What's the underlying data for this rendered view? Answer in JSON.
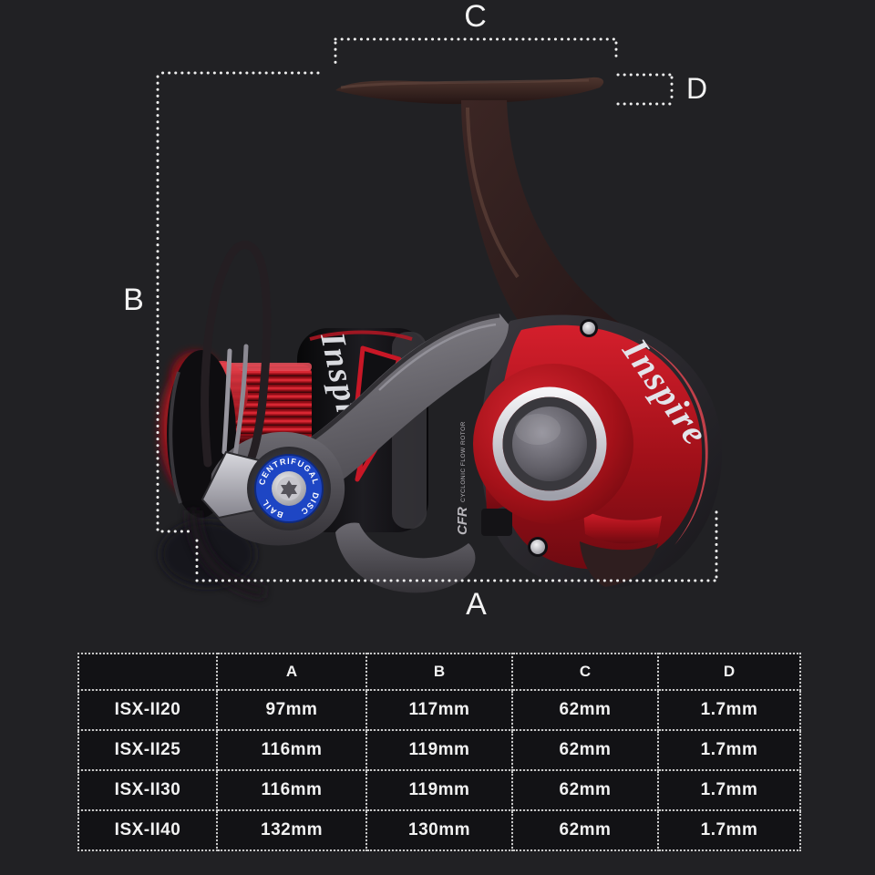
{
  "dimensions": {
    "a": "A",
    "b": "B",
    "c": "C",
    "d": "D"
  },
  "reel": {
    "body_brand": "Inspire",
    "spool_brand": "Inspir",
    "bail_ring": {
      "top": "CENTRIFUGAL",
      "right": "DISC",
      "bottom": "BAIL"
    },
    "rotor_logo": "CFR",
    "rotor_caption": "CYCLONIC FLOW ROTOR"
  },
  "spec_table": {
    "headers": [
      "",
      "A",
      "B",
      "C",
      "D"
    ],
    "rows": [
      [
        "ISX-II20",
        "97mm",
        "117mm",
        "62mm",
        "1.7mm"
      ],
      [
        "ISX-II25",
        "116mm",
        "119mm",
        "62mm",
        "1.7mm"
      ],
      [
        "ISX-II30",
        "116mm",
        "119mm",
        "62mm",
        "1.7mm"
      ],
      [
        "ISX-II40",
        "132mm",
        "130mm",
        "62mm",
        "1.7mm"
      ]
    ]
  },
  "colors": {
    "background": "#212124",
    "accent_red": "#b51320",
    "bail_blue": "#2148c0",
    "dotted_line": "#eeeeee"
  }
}
